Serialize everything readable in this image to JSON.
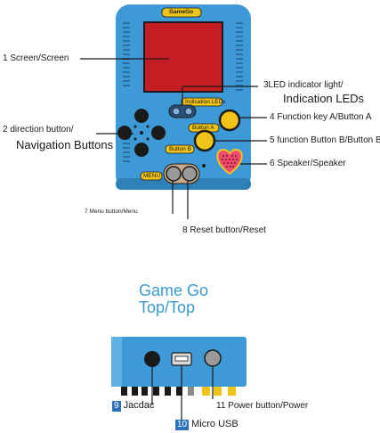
{
  "device": {
    "brand": "GameGo",
    "leds_label": "Indication LEDs",
    "button_a_label": "Button A",
    "button_b_label": "Button B",
    "menu_label": "MENU",
    "colors": {
      "body": "#3d9ad6",
      "body_dark": "#2f7fb8",
      "screen": "#c41e24",
      "key_yellow": "#f0c419",
      "speaker": "#ef4b6f"
    }
  },
  "labels": {
    "screen": "1 Screen/Screen",
    "direction": "2 direction button/",
    "navigation": "Navigation Buttons",
    "led": "3LED indicator light/",
    "indication": "Indication LEDs",
    "function_a": "4 Function key A/Button A",
    "function_b": "5 function Button B/Button B",
    "speaker": "6 Speaker/Speaker",
    "menu": "7 Menu button/Menu",
    "reset": "8 Reset button/Reset"
  },
  "top_view": {
    "title_line1": "Game Go",
    "title_line2": "Top/Top",
    "jacdac_num": "9",
    "jacdac": "Jacdac",
    "power": "11 Power button/Power",
    "usb_num": "10",
    "usb": "Micro USB"
  }
}
